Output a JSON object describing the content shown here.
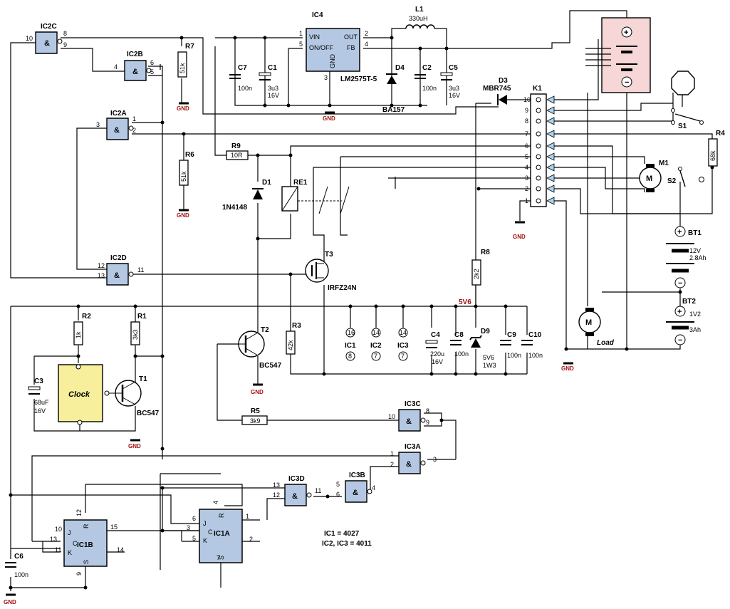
{
  "labels": {
    "ic2c": "IC2C",
    "ic2b": "IC2B",
    "ic2a": "IC2A",
    "ic2d": "IC2D",
    "ic4": "IC4",
    "ic4_part": "LM2575T-5",
    "vin": "VIN",
    "onoff": "ON/OFF",
    "out": "OUT",
    "fb": "FB",
    "gnd_pin": "GND",
    "l1": "L1",
    "l1_val": "330uH",
    "c7": "C7",
    "c7_val": "100n",
    "c1": "C1",
    "c1_val1": "3u3",
    "c1_val2": "16V",
    "d4": "D4",
    "d4_part": "BA157",
    "c2": "C2",
    "c2_val": "100n",
    "c5": "C5",
    "c5_val1": "3u3",
    "c5_val2": "16V",
    "d3": "D3",
    "d3_part": "MBR745",
    "k1": "K1",
    "r7": "R7",
    "r7_val": "51k",
    "r6": "R6",
    "r6_val": "51k",
    "r9": "R9",
    "r9_val": "10R",
    "d1": "D1",
    "d1_part": "1N4148",
    "re1": "RE1",
    "t3": "T3",
    "t3_part": "IRFZ24N",
    "r8": "R8",
    "r8_val": "2k2",
    "r4": "R4",
    "r4_val": "68k",
    "m1": "M1",
    "s1": "S1",
    "s2": "S2",
    "bt1": "BT1",
    "bt1_v": "12V",
    "bt1_c": "2.8Ah",
    "bt2": "BT2",
    "bt2_v": "1V2",
    "bt2_c": "3Ah",
    "load": "Load",
    "m": "M",
    "v5v6": "5V6",
    "r2": "R2",
    "r2_val": "1k",
    "r1": "R1",
    "r1_val": "3k3",
    "t1": "T1",
    "t1_part": "BC547",
    "c3": "C3",
    "c3_val1": "68uF",
    "c3_val2": "16V",
    "clock": "Clock",
    "r3": "R3",
    "r3_val": "42k",
    "t2": "T2",
    "t2_part": "BC547",
    "ic1": "IC1",
    "ic2": "IC2",
    "ic3": "IC3",
    "c4": "C4",
    "c4_val1": "220u",
    "c4_val2": "16V",
    "c8": "C8",
    "c8_val": "100n",
    "d9": "D9",
    "d9_val1": "5V6",
    "d9_val2": "1W3",
    "c9": "C9",
    "c9_val": "100n",
    "c10": "C10",
    "c10_val": "100n",
    "r5": "R5",
    "r5_val": "3k9",
    "ic3c": "IC3C",
    "ic3a": "IC3A",
    "ic3d": "IC3D",
    "ic3b": "IC3B",
    "ic1b": "IC1B",
    "ic1a": "IC1A",
    "c6": "C6",
    "c6_val": "100n",
    "note1": "IC1 = 4027",
    "note2": "IC2, IC3 = 4011",
    "gnd": "GND",
    "amp": "&",
    "pin_j": "J",
    "pin_k": "K",
    "pin_c": "C",
    "pin_r": "R",
    "pin_s": "S"
  },
  "pins": {
    "ic2c": [
      "10",
      "8",
      "9"
    ],
    "ic2b": [
      "4",
      "6",
      "5"
    ],
    "ic2a": [
      "3",
      "1",
      "2"
    ],
    "ic2d": [
      "12",
      "13",
      "11"
    ],
    "ic4": [
      "1",
      "5",
      "2",
      "4",
      "3"
    ],
    "k1": [
      "10",
      "9",
      "8",
      "7",
      "6",
      "5",
      "4",
      "3",
      "2",
      "1"
    ],
    "ic1_pwr": [
      "16",
      "8"
    ],
    "ic2_pwr": [
      "14",
      "7"
    ],
    "ic3_pwr": [
      "14",
      "7"
    ],
    "ic3c": [
      "10",
      "8",
      "9"
    ],
    "ic3a": [
      "1",
      "2",
      "3"
    ],
    "ic3d": [
      "13",
      "12",
      "11"
    ],
    "ic3b": [
      "5",
      "6",
      "4"
    ],
    "ic1b": [
      "10",
      "13",
      "11",
      "12",
      "15",
      "14",
      "9"
    ],
    "ic1a": [
      "6",
      "3",
      "5",
      "4",
      "1",
      "2",
      "7"
    ]
  },
  "colors": {
    "gate_fill": "#b5c8e3",
    "clock_fill": "#f7ef9c",
    "panel_fill": "#f6d6d6",
    "gnd_text": "#a01010"
  }
}
